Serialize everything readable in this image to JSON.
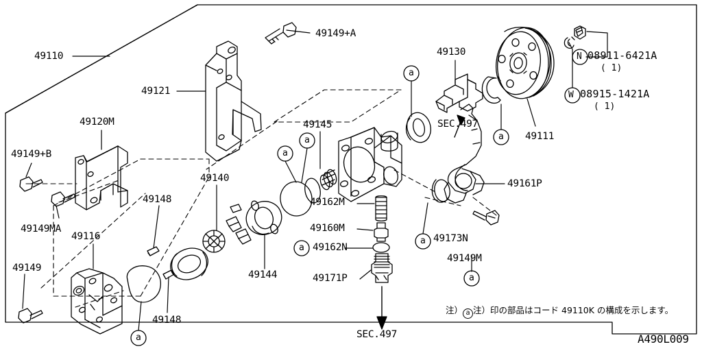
{
  "diagram": {
    "drawing_number": "A490L009",
    "note_text": "注）印の部品はコード 49110K の構成を示します。",
    "note_marker": "a",
    "section_ref_upper": "SEC.497",
    "section_ref_lower": "SEC.497"
  },
  "labels": {
    "assembly": "49110",
    "bracket_upper": "49121",
    "bracket_lower": "49120M",
    "bolt_a": "49149+A",
    "bolt_b": "49149+B",
    "bolt_ma": "49149MA",
    "bolt_plain": "49149",
    "bolt_m": "49149M",
    "rear_body": "49116",
    "pin_upper": "49148",
    "pin_lower": "49148",
    "rotor_set": "49140",
    "cam_ring": "49144",
    "seal_kit": "49145",
    "shaft": "49130",
    "pulley": "49111",
    "spring": "49162M",
    "valve": "49160M",
    "oring": "49162N",
    "connector": "49171P",
    "hose_pipe": "49161P",
    "bracket_clamp": "49173N"
  },
  "fasteners": [
    {
      "code": "N",
      "number": "08911-6421A",
      "qty": "( 1)"
    },
    {
      "code": "W",
      "number": "08915-1421A",
      "qty": "( 1)"
    }
  ],
  "markers": {
    "a": "a"
  },
  "colors": {
    "line": "#000000",
    "background": "#ffffff"
  }
}
